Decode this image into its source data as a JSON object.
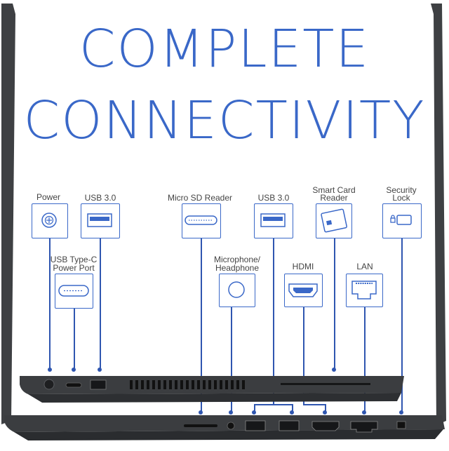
{
  "headline": {
    "line1": "COMPLETE",
    "line2": "CONNECTIVITY"
  },
  "ports": {
    "power": "Power",
    "usb_left": "USB 3.0",
    "usb_c": "USB Type-C\nPower Port",
    "sd": "Micro SD Reader",
    "mic": "Microphone/\nHeadphone",
    "usb_right": "USB 3.0",
    "hdmi": "HDMI",
    "smart_card": "Smart Card\nReader",
    "lan": "LAN",
    "security": "Security\nLock"
  },
  "colors": {
    "accent": "#3a68c8",
    "line": "#2f56b0",
    "chassis": "#3b3d40"
  },
  "icons": [
    "power-icon",
    "usb-a-icon",
    "usb-c-icon",
    "sd-card-icon",
    "audio-jack-icon",
    "usb-a-icon",
    "hdmi-icon",
    "smart-card-icon",
    "ethernet-icon",
    "lock-icon"
  ]
}
